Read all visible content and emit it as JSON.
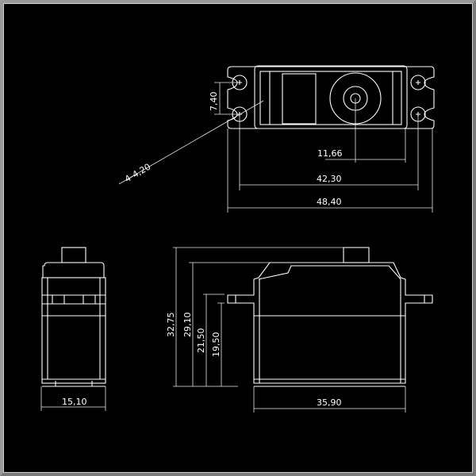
{
  "top_view": {
    "dims": {
      "horn_offset": "11,66",
      "hole_spacing": "42,30",
      "overall_length": "48,40",
      "hole_pitch": "7,40",
      "holes": "4-4,20"
    }
  },
  "front_view": {
    "dims": {
      "total_height": "32,75",
      "case_height": "29,10",
      "flange_top": "21,50",
      "flange_bottom": "19,50",
      "body_length": "35,90"
    }
  },
  "side_view": {
    "dims": {
      "body_width": "15,10"
    }
  },
  "colors": {
    "background": "#000000",
    "lines": "#ffffff",
    "frame": "#8a8a8a"
  }
}
